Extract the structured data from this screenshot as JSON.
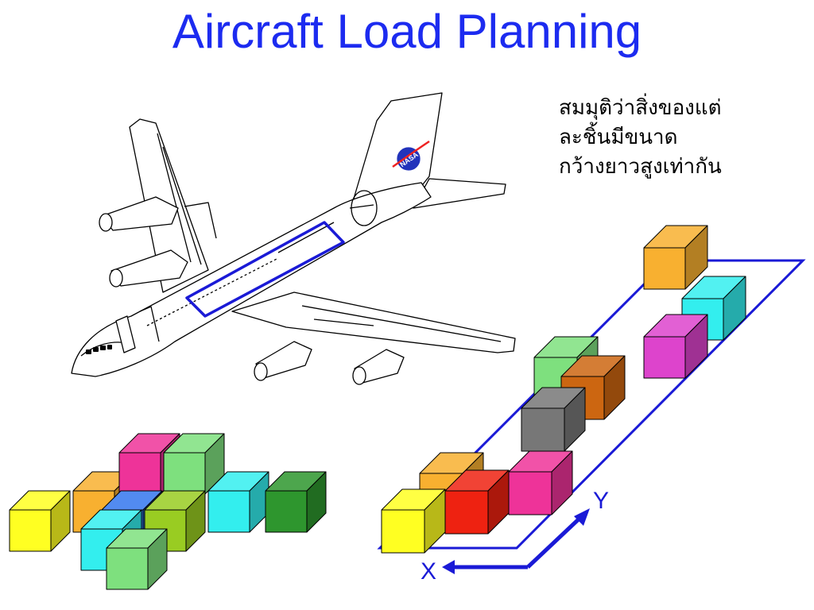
{
  "title": "Aircraft Load Planning",
  "note": {
    "lines": [
      "สมมุติว่าสิ่งของแต่",
      "ละชิ้นมีขนาด",
      "กว้างยาวสูงเท่ากัน"
    ]
  },
  "aircraft": {
    "tail_logo": "NASA"
  },
  "axes": {
    "x_label": "X",
    "y_label": "Y"
  },
  "colors": {
    "title": "#1c2bf0",
    "outline_blue": "#1a1ad6",
    "axis_label": "#1a1ad6",
    "yellow": "#ffff22",
    "orange": "#f8b030",
    "cyan": "#33eeee",
    "magenta": "#dd44cc",
    "pink": "#ee3399",
    "green_light": "#7ee07e",
    "green_dark": "#2e962e",
    "lime": "#99cc22",
    "blue": "#3377ee",
    "brown": "#cc6611",
    "gray": "#777777",
    "red": "#ee2211"
  },
  "boxes_left": [
    {
      "id": "left-yellow-box",
      "color": "yellow"
    },
    {
      "id": "left-orange-box",
      "color": "orange"
    },
    {
      "id": "left-pink-box",
      "color": "pink"
    },
    {
      "id": "left-green-top-box",
      "color": "green_light"
    },
    {
      "id": "left-blue-box",
      "color": "blue"
    },
    {
      "id": "left-lime-box",
      "color": "lime"
    },
    {
      "id": "left-cyan-mid-box",
      "color": "cyan"
    },
    {
      "id": "left-dark-green-box",
      "color": "green_dark"
    },
    {
      "id": "left-cyan-front-box",
      "color": "cyan"
    },
    {
      "id": "left-green-bottom-box",
      "color": "green_light"
    }
  ],
  "boxes_right": [
    {
      "id": "right-orange-top-box",
      "color": "orange"
    },
    {
      "id": "right-cyan-box",
      "color": "cyan"
    },
    {
      "id": "right-magenta-box",
      "color": "magenta"
    },
    {
      "id": "right-green-box",
      "color": "green_light"
    },
    {
      "id": "right-brown-box",
      "color": "brown"
    },
    {
      "id": "right-gray-box",
      "color": "gray"
    },
    {
      "id": "right-orange-bottom-box",
      "color": "orange"
    },
    {
      "id": "right-pink-box",
      "color": "pink"
    },
    {
      "id": "right-red-box",
      "color": "red"
    },
    {
      "id": "right-yellow-box",
      "color": "yellow"
    }
  ]
}
